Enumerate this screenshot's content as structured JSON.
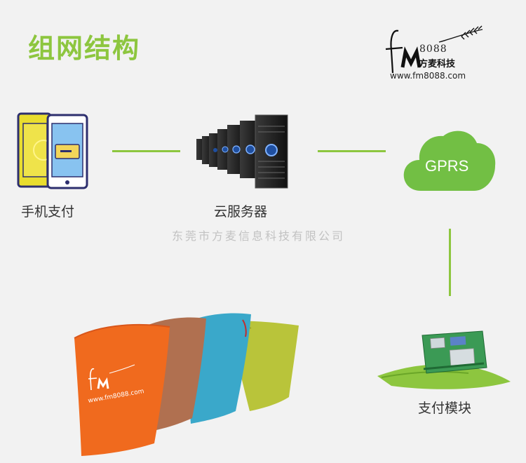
{
  "title": "组网结构",
  "logo": {
    "brand_cn": "方麦科技",
    "brand_num": "8088",
    "url": "www.fm8088.com"
  },
  "nodes": {
    "phone_label": "手机支付",
    "server_label": "云服务器",
    "cloud_label": "GPRS",
    "module_label": "支付模块"
  },
  "watermark": "东莞市方麦信息科技有限公司",
  "colors": {
    "accent_green": "#8dc63f",
    "cushion_orange": "#f06a1e",
    "cushion_brown": "#b36f4c",
    "cushion_blue": "#3aa7c9",
    "cushion_yellow": "#bcc63a"
  }
}
